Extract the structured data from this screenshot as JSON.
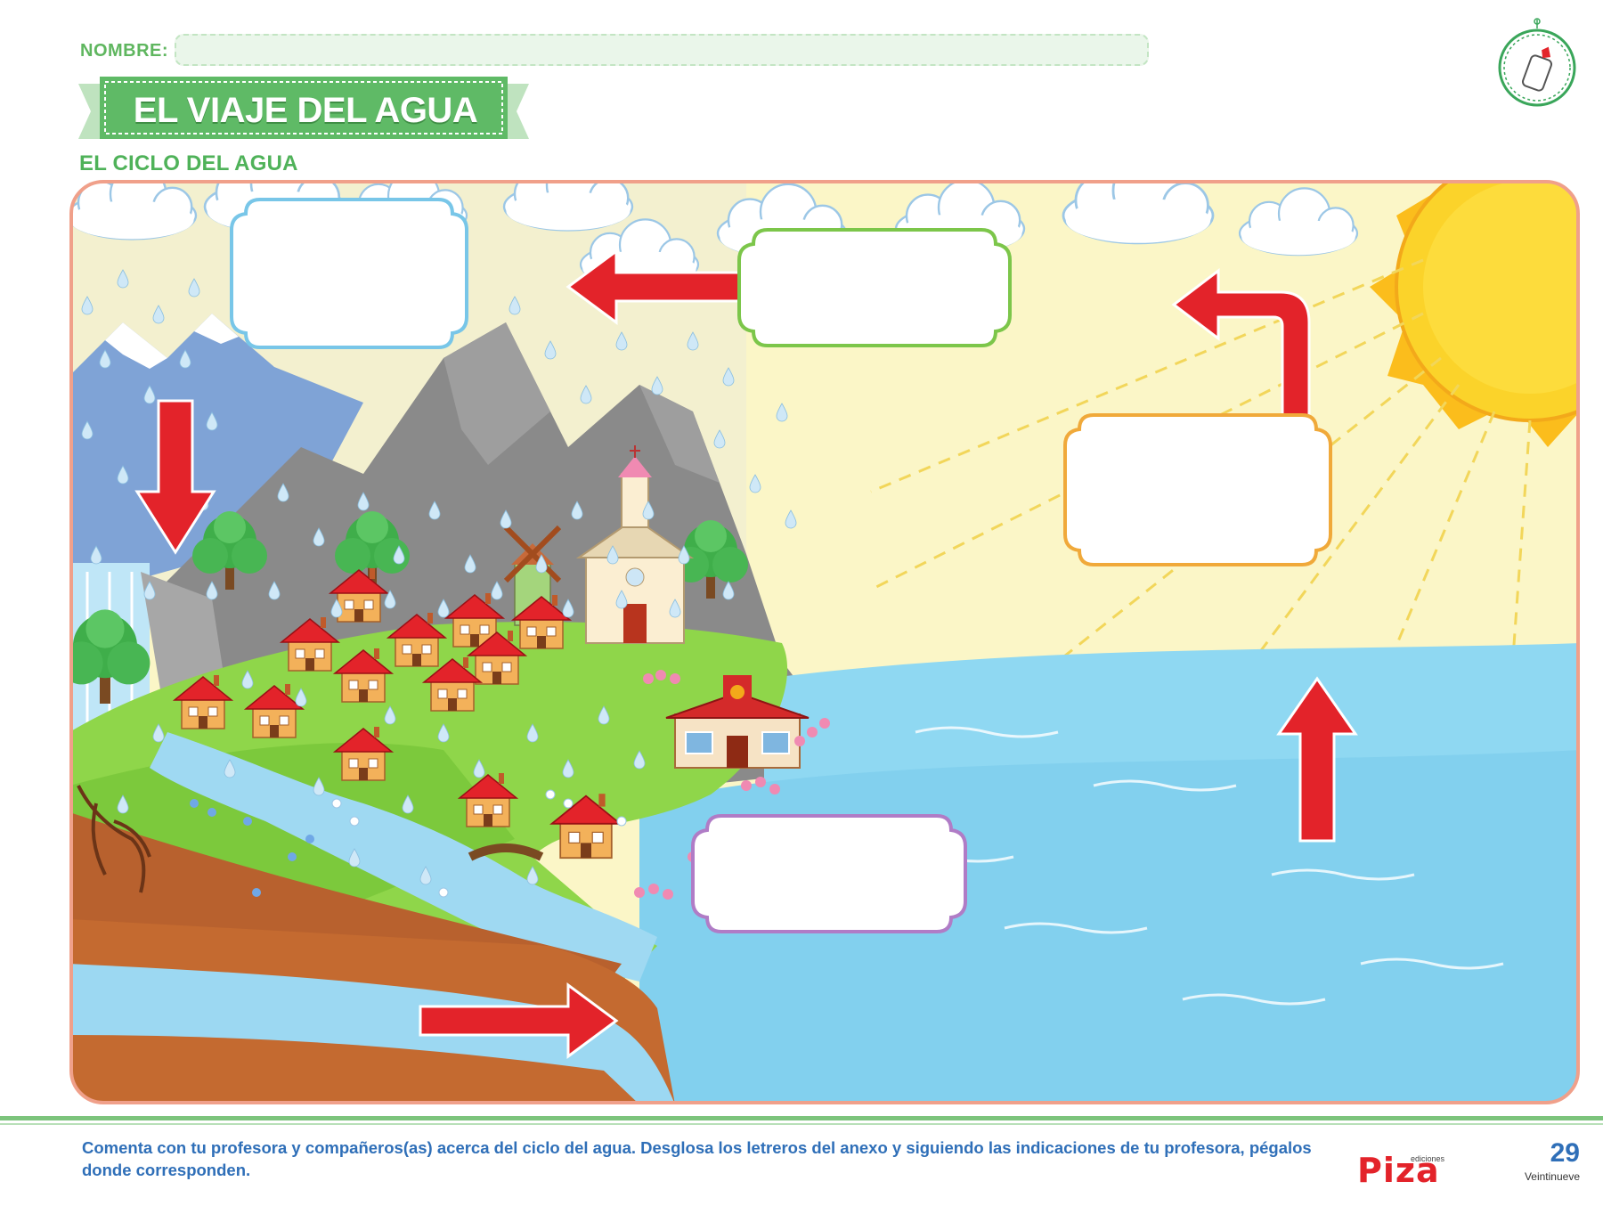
{
  "header": {
    "name_label": "NOMBRE:",
    "title": "EL VIAJE DEL AGUA",
    "subtitle": "EL CICLO DEL AGUA"
  },
  "scene": {
    "label_boxes": [
      {
        "id": "precipitation-slot",
        "border": "#78c6e8",
        "text": ""
      },
      {
        "id": "condensation-slot",
        "border": "#7cc64a",
        "text": ""
      },
      {
        "id": "evaporation-slot",
        "border": "#f0a93a",
        "text": ""
      },
      {
        "id": "collection-slot",
        "border": "#b07cc6",
        "text": ""
      }
    ],
    "colors": {
      "sky": "#fbf6c7",
      "sea": "#8fd8f2",
      "arrow": "#e3232a",
      "frame": "#f0a08a"
    }
  },
  "footer": {
    "instructions": "Comenta con tu profesora y compañeros(as) acerca del ciclo del agua. Desglosa los letreros del anexo y siguiendo las indicaciones de tu profesora, pégalos donde corresponden.",
    "brand_small": "ediciones",
    "brand": "Piza",
    "page_number": "29",
    "page_word": "Veintinueve"
  }
}
